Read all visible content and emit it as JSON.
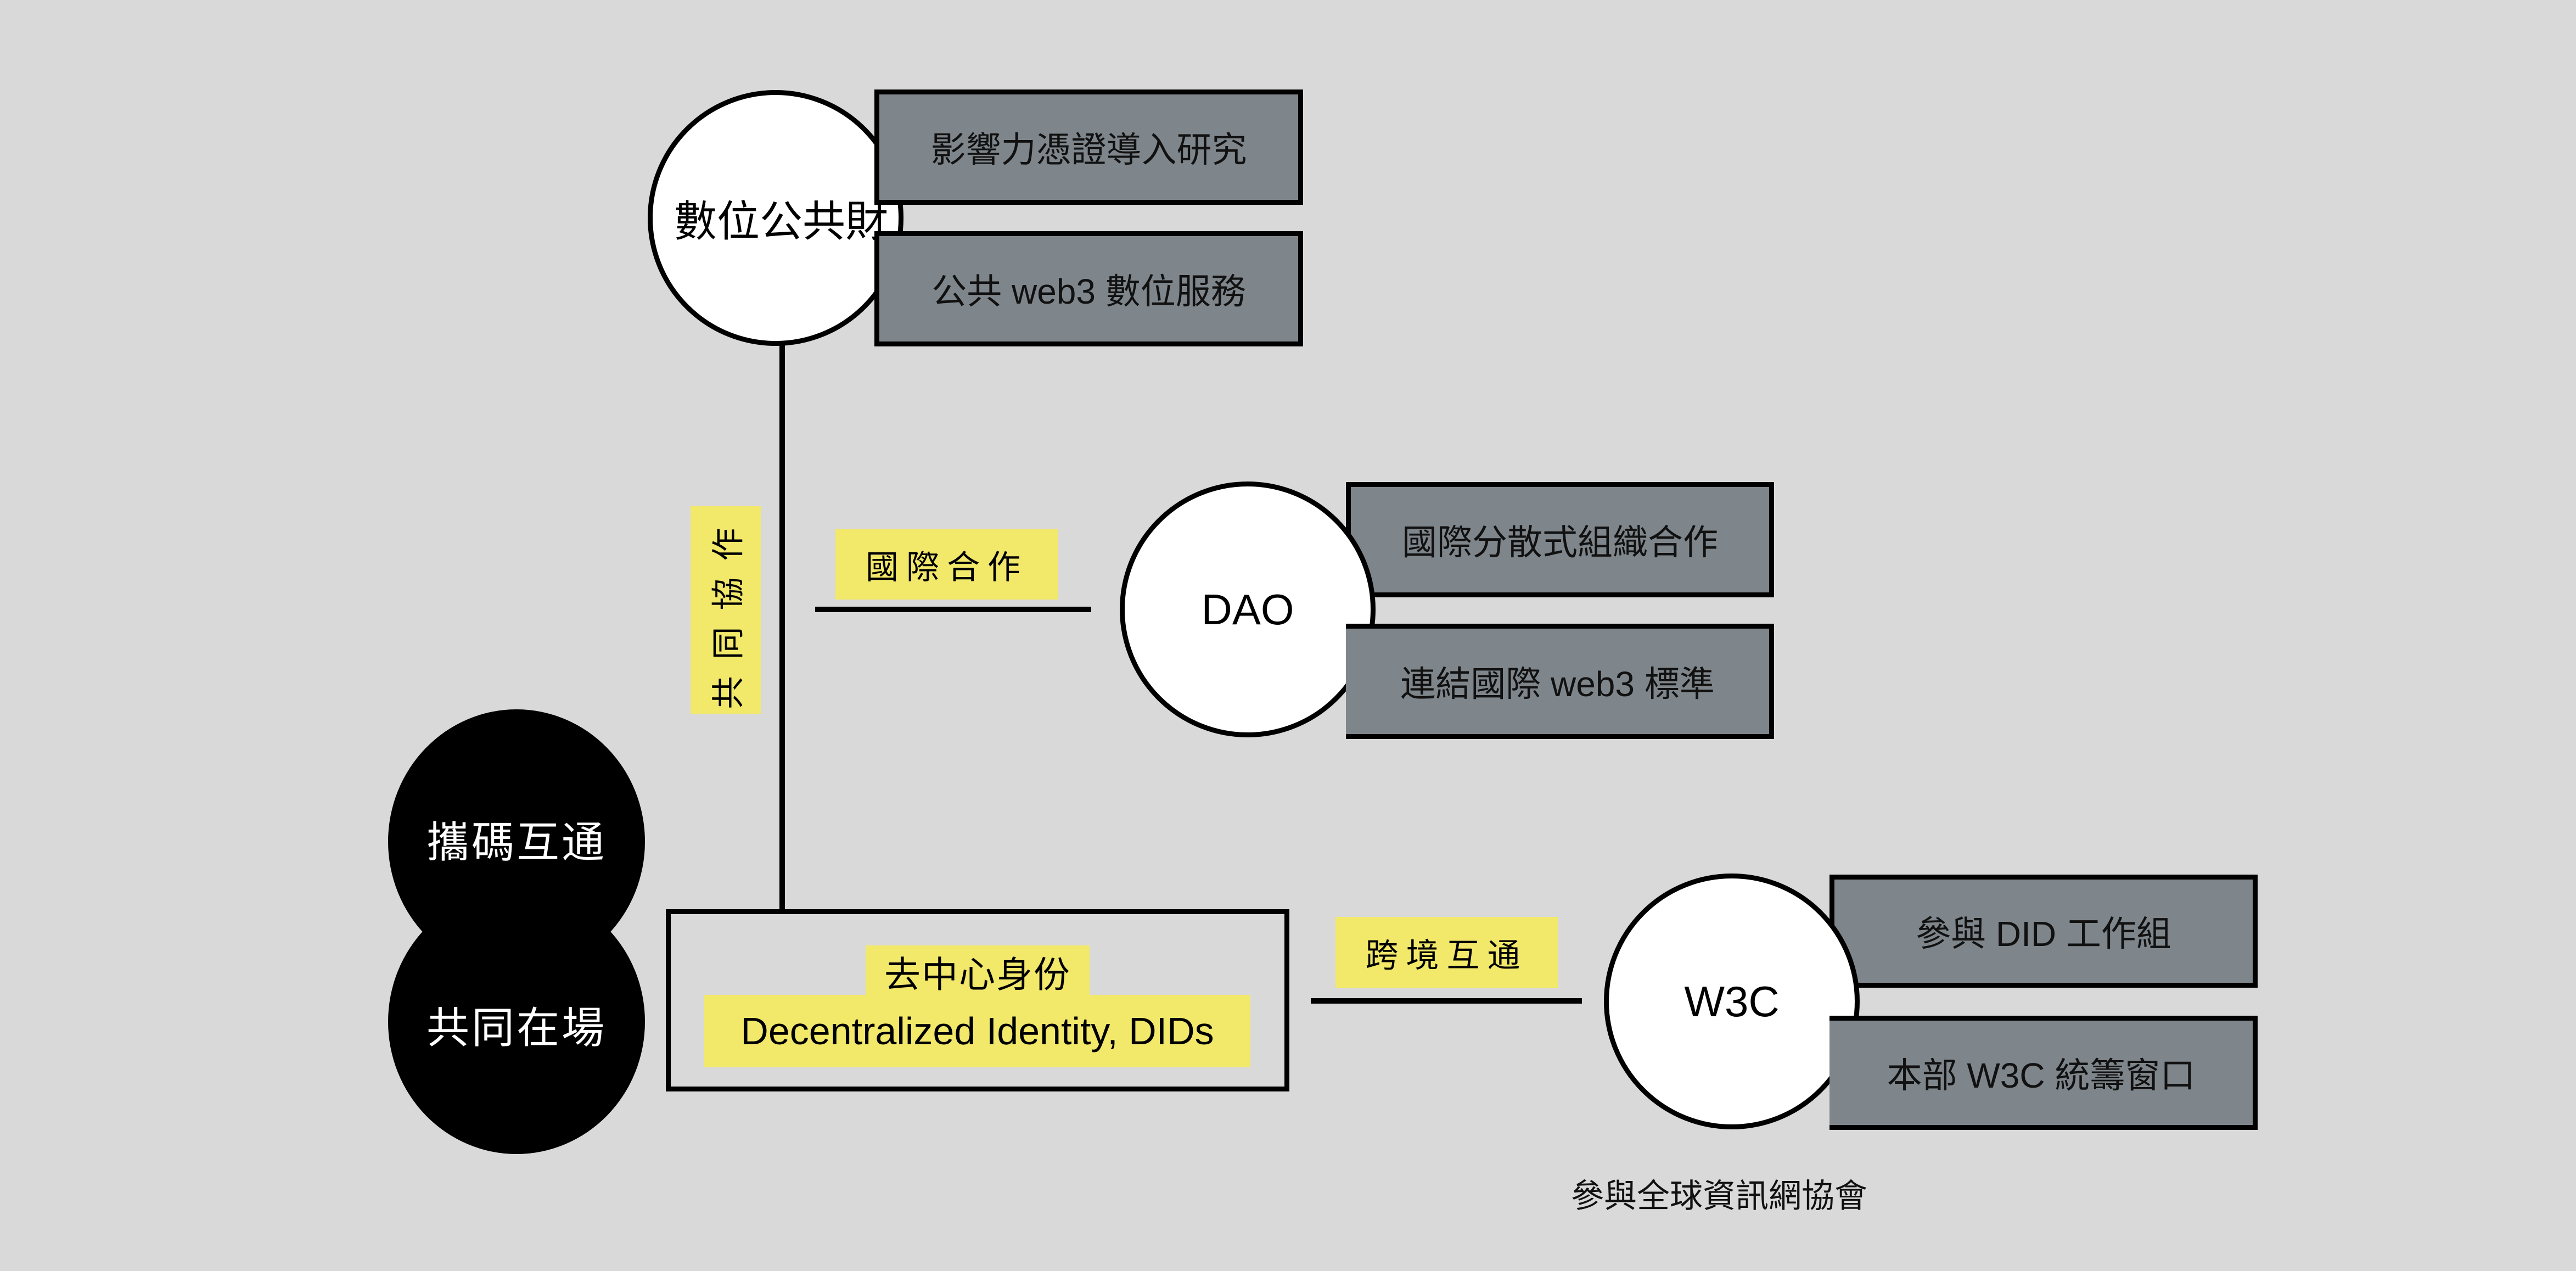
{
  "colors": {
    "background": "#d9d9d9",
    "box_fill": "#7f868b",
    "highlight": "#f2e86a",
    "node_fill": "#ffffff",
    "stroke": "#000000"
  },
  "nodes": {
    "digital_public_goods": {
      "label": "數位公共財",
      "items": [
        "影響力憑證導入研究",
        "公共 web3 數位服務"
      ]
    },
    "dao": {
      "label": "DAO",
      "items": [
        "國際分散式組織合作",
        "連結國際 web3 標準"
      ]
    },
    "w3c": {
      "label": "W3C",
      "items": [
        "參與 DID 工作組",
        "本部 W3C 統籌窗口"
      ],
      "caption": "參與全球資訊網協會"
    },
    "did": {
      "title": "去中心身份",
      "subtitle": "Decentralized Identity, DIDs"
    }
  },
  "pillars": [
    "攜碼互通",
    "共同在場"
  ],
  "edge_labels": {
    "collaboration": "共同協作",
    "international": "國際合作",
    "cross_border": "跨境互通"
  }
}
